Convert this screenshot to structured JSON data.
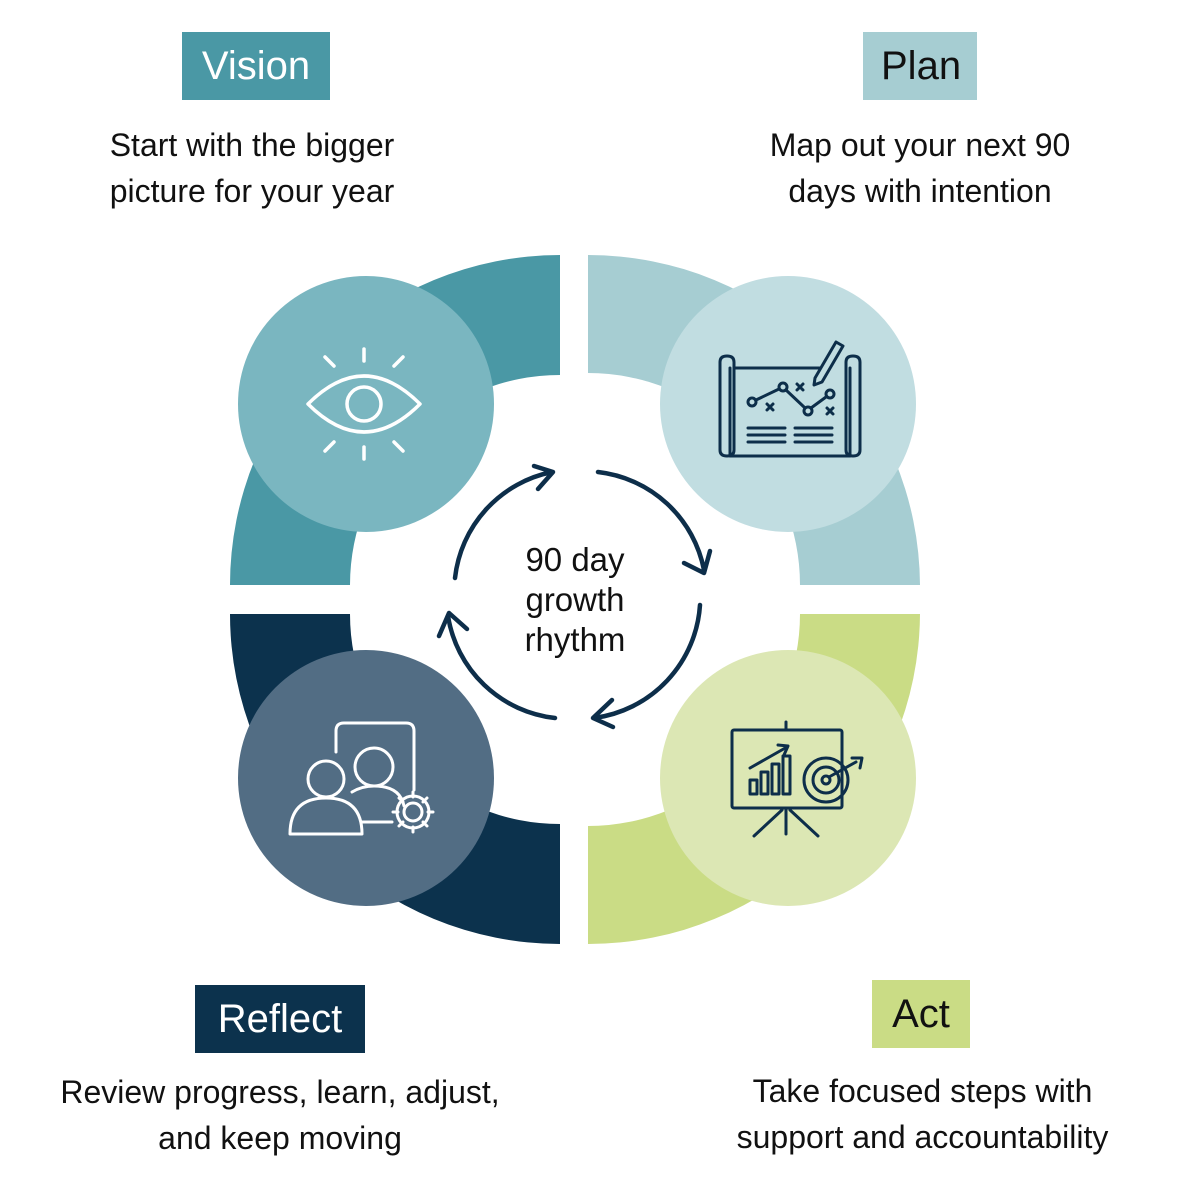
{
  "colors": {
    "vision_dark": "#4a98a5",
    "vision_light": "#7ab6c0",
    "plan_dark": "#a6cdd2",
    "plan_light": "#c1dde1",
    "act_dark": "#cadc85",
    "act_light": "#dce7b4",
    "reflect_dark": "#0c324d",
    "reflect_light": "#526d84",
    "icon_white": "#ffffff",
    "icon_navy": "#0d2e4a",
    "arrow": "#0d2e4a"
  },
  "phases": {
    "vision": {
      "label": "Vision",
      "desc_line1": "Start with the bigger",
      "desc_line2": "picture for your year",
      "icon": "eye-icon"
    },
    "plan": {
      "label": "Plan",
      "desc_line1": "Map out your next 90",
      "desc_line2": "days with intention",
      "icon": "map-chart-icon"
    },
    "reflect": {
      "label": "Reflect",
      "desc_line1": "Review progress, learn, adjust,",
      "desc_line2": "and keep moving",
      "icon": "team-gear-icon"
    },
    "act": {
      "label": "Act",
      "desc_line1": "Take focused steps with",
      "desc_line2": "support and accountability",
      "icon": "presentation-target-icon"
    }
  },
  "center": {
    "line1": "90 day",
    "line2": "growth",
    "line3": "rhythm",
    "icon": "cycle-arrows-icon"
  }
}
